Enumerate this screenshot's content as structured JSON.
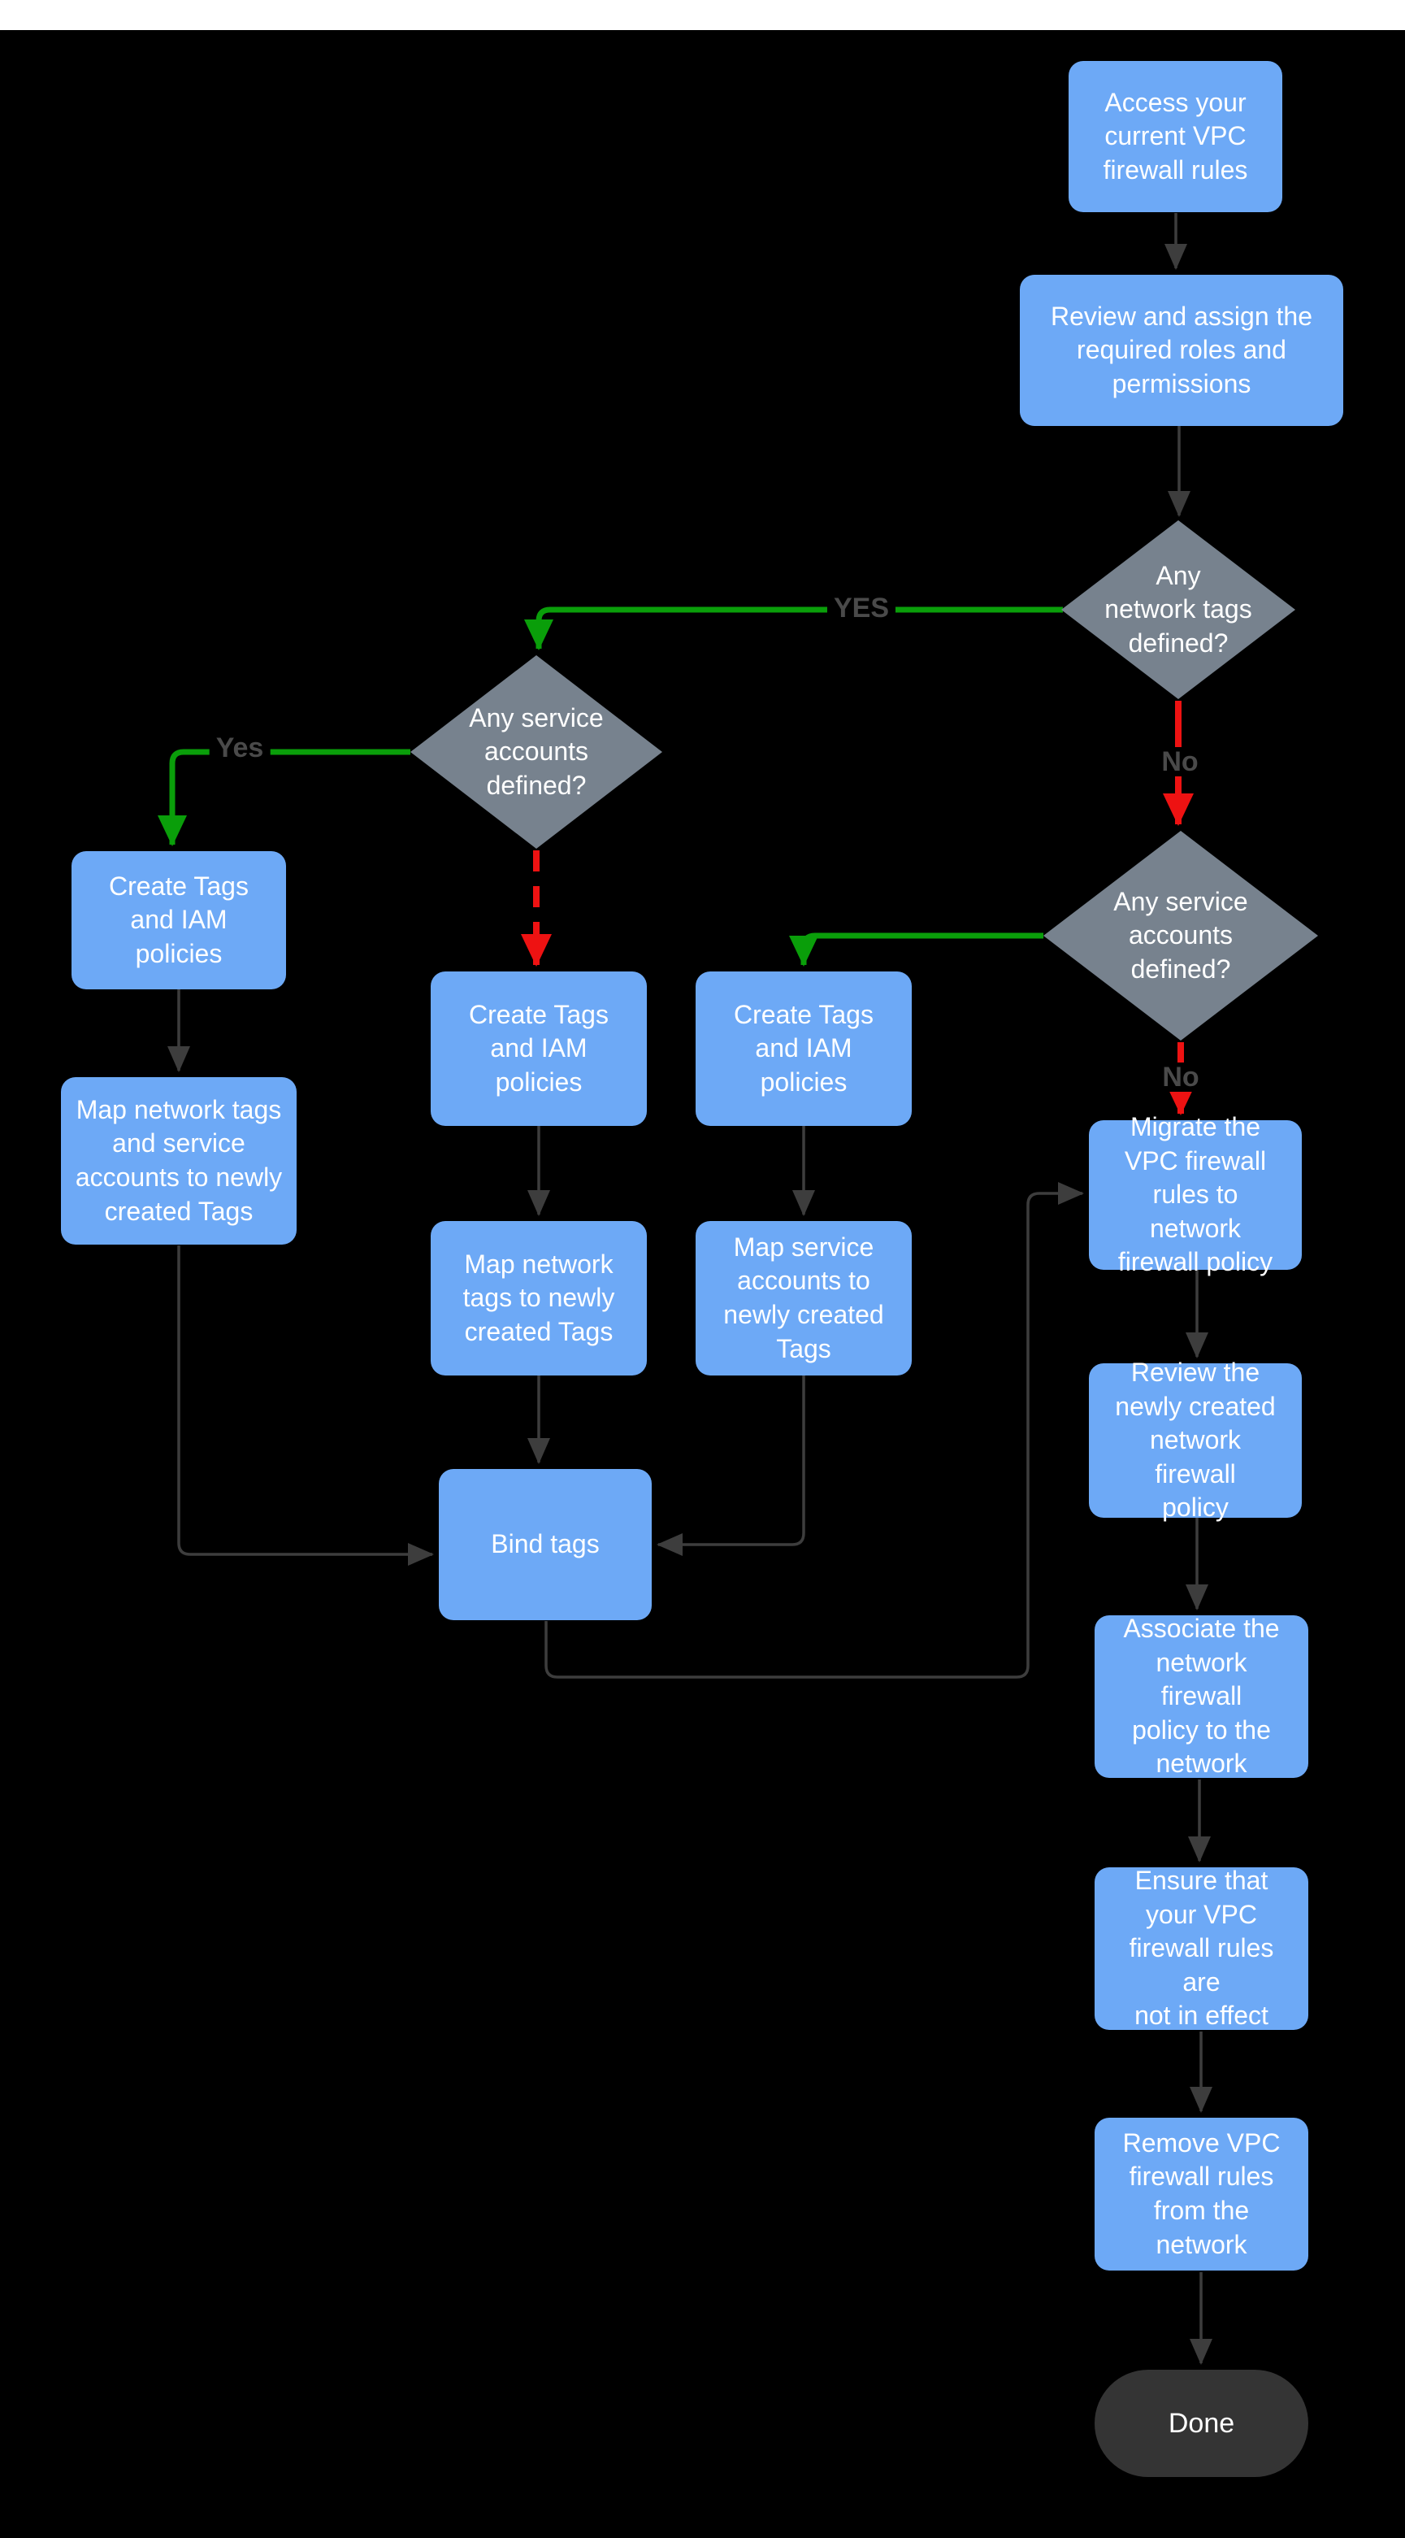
{
  "colors": {
    "background": "#000000",
    "top_strip": "#ffffff",
    "process_fill": "#6DA9F6",
    "decision_fill": "#77828E",
    "terminal_fill": "#343434",
    "node_text": "#ffffff",
    "edge_dark": "#3D3D3D",
    "edge_yes": "#0A9E0A",
    "edge_no": "#EE1212",
    "edge_label": "#4A4A4A"
  },
  "nodes": {
    "access": {
      "type": "process",
      "label": [
        "Access your",
        "current VPC",
        "firewall rules"
      ]
    },
    "review_roles": {
      "type": "process",
      "label": [
        "Review and assign the",
        "required roles and",
        "permissions"
      ]
    },
    "network_tags_defined": {
      "type": "decision",
      "label": [
        "Any",
        "network tags",
        "defined?"
      ]
    },
    "service_accounts_defined_left": {
      "type": "decision",
      "label": [
        "Any service",
        "accounts defined?"
      ]
    },
    "service_accounts_defined_right": {
      "type": "decision",
      "label": [
        "Any service",
        "accounts",
        "defined?"
      ]
    },
    "create_tags_left": {
      "type": "process",
      "label": [
        "Create Tags",
        "and IAM",
        "policies"
      ]
    },
    "map_tags_and_accounts": {
      "type": "process",
      "label": [
        "Map network tags",
        "and service",
        "accounts to newly",
        "created Tags"
      ]
    },
    "create_tags_mid": {
      "type": "process",
      "label": [
        "Create Tags",
        "and IAM",
        "policies"
      ]
    },
    "create_tags_right": {
      "type": "process",
      "label": [
        "Create Tags",
        "and IAM",
        "policies"
      ]
    },
    "map_network_tags": {
      "type": "process",
      "label": [
        "Map network",
        "tags to newly",
        "created Tags"
      ]
    },
    "map_service_accounts": {
      "type": "process",
      "label": [
        "Map service",
        "accounts  to",
        "newly created",
        "Tags"
      ]
    },
    "bind_tags": {
      "type": "process",
      "label": [
        "Bind tags"
      ]
    },
    "migrate": {
      "type": "process",
      "label": [
        "Migrate the",
        "VPC firewall",
        "rules to network",
        "firewall policy"
      ]
    },
    "review_policy": {
      "type": "process",
      "label": [
        "Review the",
        "newly created",
        "network firewall",
        "policy"
      ]
    },
    "associate": {
      "type": "process",
      "label": [
        "Associate the",
        "network firewall",
        "policy to the",
        "network"
      ]
    },
    "ensure": {
      "type": "process",
      "label": [
        "Ensure that",
        "your VPC",
        "firewall rules are",
        "not in effect"
      ]
    },
    "remove": {
      "type": "process",
      "label": [
        "Remove  VPC",
        "firewall rules",
        "from the",
        "network"
      ]
    },
    "done": {
      "type": "terminal",
      "label": [
        "Done"
      ]
    }
  },
  "edge_labels": {
    "network_tags_yes": "YES",
    "service_accounts_yes": "Yes",
    "network_tags_no": "No",
    "service_accounts_no": "No"
  }
}
